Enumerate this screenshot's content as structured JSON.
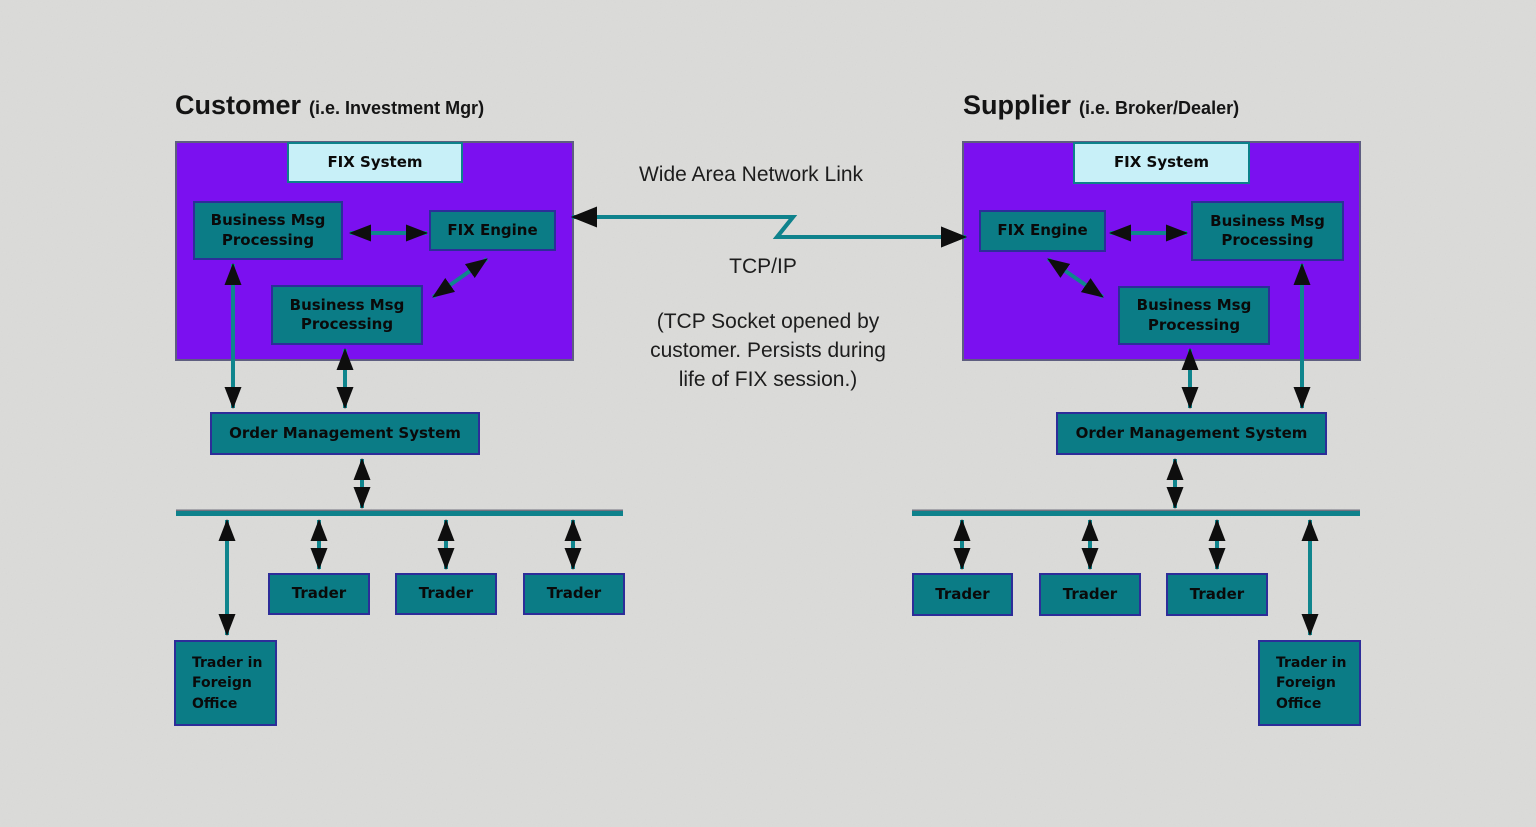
{
  "colors": {
    "background": "#DBDBD9",
    "panel_purple": "#7B10F0",
    "box_teal": "#0B7C86",
    "box_border_indigo": "#2D2D99",
    "fix_system_fill": "#C8F0F8",
    "fix_system_border": "#0D818B",
    "arrow_teal": "#0F858D",
    "arrowhead_black": "#0E0E0E",
    "text_dark": "#141414"
  },
  "customer": {
    "title": "Customer",
    "subtitle": "(i.e. Investment Mgr)",
    "fix_system": "FIX System",
    "bmp_top": "Business Msg Processing",
    "fix_engine": "FIX Engine",
    "bmp_lower": "Business Msg Processing",
    "oms": "Order Management System",
    "traders": [
      "Trader",
      "Trader",
      "Trader"
    ],
    "foreign_trader": "Trader in Foreign Office"
  },
  "supplier": {
    "title": "Supplier",
    "subtitle": "(i.e. Broker/Dealer)",
    "fix_system": "FIX System",
    "fix_engine": "FIX Engine",
    "bmp_top": "Business Msg Processing",
    "bmp_lower": "Business Msg Processing",
    "oms": "Order Management System",
    "traders": [
      "Trader",
      "Trader",
      "Trader"
    ],
    "foreign_trader": "Trader in Foreign Office"
  },
  "center": {
    "wan_label": "Wide Area Network Link",
    "protocol_label": "TCP/IP",
    "note_lines": [
      "(TCP Socket opened by",
      "customer. Persists during",
      "life of FIX session.)"
    ]
  }
}
